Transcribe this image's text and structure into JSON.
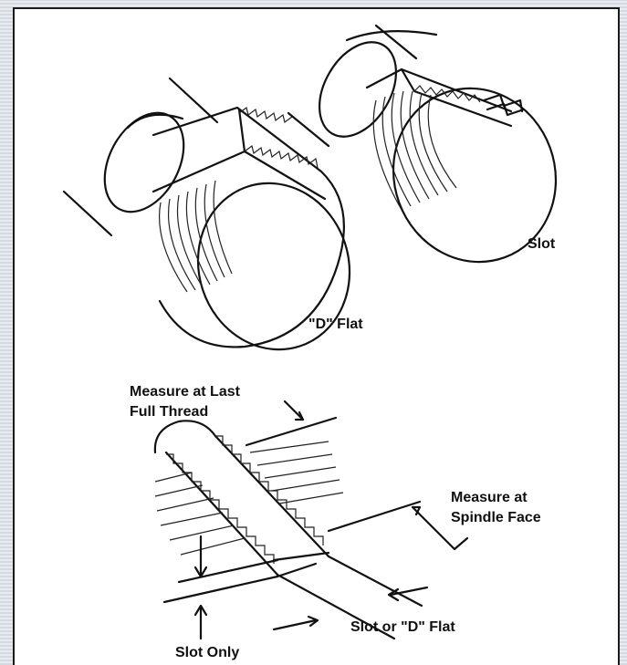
{
  "labels": {
    "d_flat": "\"D\" Flat",
    "slot": "Slot",
    "measure_last_line1": "Measure at Last",
    "measure_last_line2": "Full Thread",
    "measure_spindle_line1": "Measure at",
    "measure_spindle_line2": "Spindle Face",
    "slot_or_d_flat": "Slot or \"D\" Flat",
    "slot_only": "Slot Only"
  }
}
